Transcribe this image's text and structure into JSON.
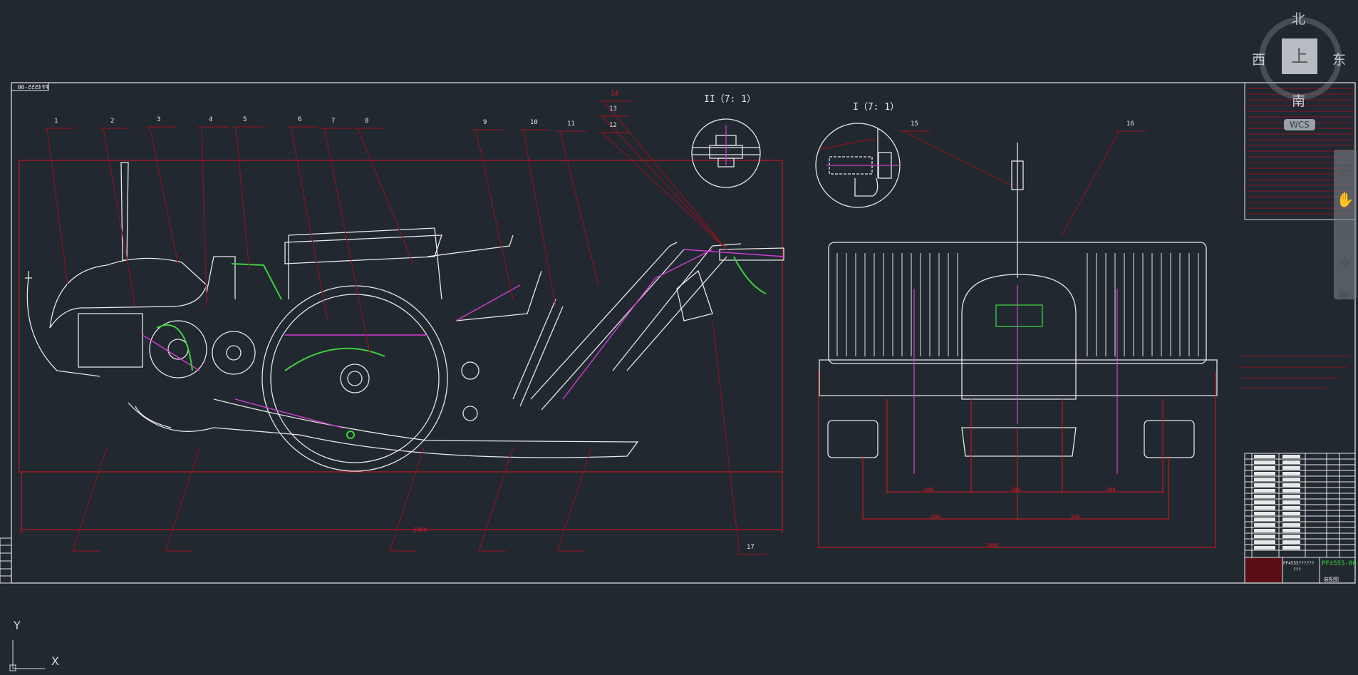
{
  "drawing": {
    "border_tag": "PF4555-00",
    "leader_numbers": [
      "1",
      "2",
      "3",
      "4",
      "5",
      "6",
      "7",
      "8",
      "9",
      "10",
      "11",
      "12",
      "13",
      "14",
      "15",
      "16",
      "17"
    ],
    "detail_views": [
      {
        "label": "II（7: 1）"
      },
      {
        "label": "I（7: 1）"
      }
    ],
    "side_view": {
      "overall_dimension": "2480"
    },
    "front_view": {
      "dims_row1": [
        "300",
        "300",
        "300"
      ],
      "dims_row2": [
        "500",
        "500"
      ],
      "overall_dimension": "1400"
    },
    "title_block": {
      "drawing_number": "PF4555-00",
      "part_code": "PF4555??????",
      "part_name": "???",
      "material_label": "装配图"
    }
  },
  "viewcube": {
    "north": "北",
    "south": "南",
    "west": "西",
    "east": "东",
    "face": "上",
    "wcs": "WCS"
  },
  "navbar": {
    "icons": [
      "steering-wheel-icon",
      "pan-icon",
      "zoom-icon",
      "orbit-icon",
      "showmotion-icon"
    ]
  },
  "ucs": {
    "x_label": "X",
    "y_label": "Y"
  },
  "colors": {
    "background": "#212830",
    "lines": "#e8e8e8",
    "dimension": "#e0141e",
    "leader": "#8a1420",
    "center": "#d23cd2",
    "highlight": "#3cd23c"
  }
}
